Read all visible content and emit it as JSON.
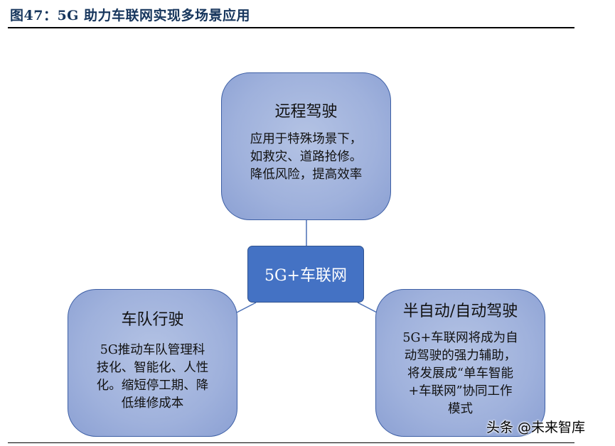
{
  "figure_title": "图47：5G 助力车联网实现多场景应用",
  "center": {
    "label": "5G+车联网"
  },
  "nodes": {
    "remote_driving": {
      "title": "远程驾驶",
      "lines": [
        "应用于特殊场景下，",
        "如救灾、道路抢修。",
        "降低风险，提高效率"
      ]
    },
    "platooning": {
      "title": "车队行驶",
      "lines": [
        "5G推动车队管理科",
        "技化、智能化、人性",
        "化。缩短停工期、降",
        "低维修成本"
      ]
    },
    "semi_auto": {
      "title": "半自动/自动驾驶",
      "lines": [
        "5G+车联网将成为自",
        "动驾驶的强力辅助，",
        "将发展成“单车智能",
        "+车联网”协同工作",
        "模式"
      ]
    }
  },
  "watermark": "头条 @未来智库",
  "colors": {
    "center_fill": "#4472c4",
    "bubble_fill": "#a3b4de",
    "title_text": "#17365d"
  }
}
